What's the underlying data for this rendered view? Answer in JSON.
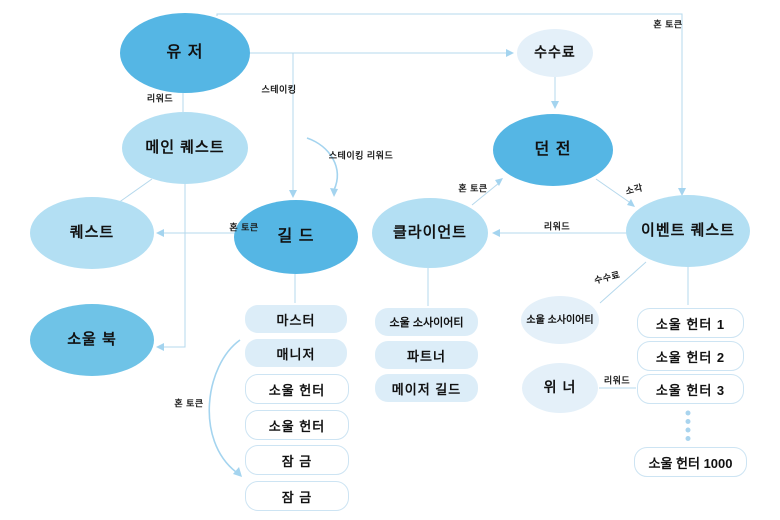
{
  "diagram": {
    "title_hint": "token-flow-diagram",
    "nodes": {
      "user": {
        "label": "유 저"
      },
      "fee": {
        "label": "수수료"
      },
      "main_quest": {
        "label": "메인 퀘스트"
      },
      "quest": {
        "label": "퀘스트"
      },
      "guild": {
        "label": "길 드"
      },
      "client": {
        "label": "클라이언트"
      },
      "dungeon": {
        "label": "던 전"
      },
      "event_quest": {
        "label": "이벤트 퀘스트"
      },
      "soul_book": {
        "label": "소울 북"
      },
      "soul_society": {
        "label": "소울 소사이어티"
      },
      "winner": {
        "label": "위 너"
      }
    },
    "guild_members": [
      "마스터",
      "매니저",
      "소울 헌터",
      "소울 헌터",
      "잠 금",
      "잠 금"
    ],
    "client_partners": [
      "소울 소사이어티",
      "파트너",
      "메이저 길드"
    ],
    "event_hunters": [
      "소울 헌터 1",
      "소울 헌터 2",
      "소울 헌터 3"
    ],
    "event_hunter_last": "소울 헌터 1000",
    "edge_labels": {
      "reward_user_main": "리워드",
      "staking": "스테이킹",
      "staking_reward": "스테이킹 리워드",
      "hon_token_top": "혼 토큰",
      "hon_token_quest": "혼 토큰",
      "hon_token_dungeon": "혼 토큰",
      "hon_token_lock": "혼 토큰",
      "burn": "소각",
      "fee_society": "수수료",
      "reward_client": "리워드",
      "reward_winner": "리워드"
    },
    "colors": {
      "node_dark": "#55b6e4",
      "node_medium": "#6fc3e7",
      "node_light": "#b3dff3",
      "node_pale": "#e4f0f9",
      "box_fill": "#dcedf8",
      "box_border": "#cde4f3",
      "edge_line": "#b5d8ec",
      "curve_line": "#a4d4ef"
    }
  }
}
